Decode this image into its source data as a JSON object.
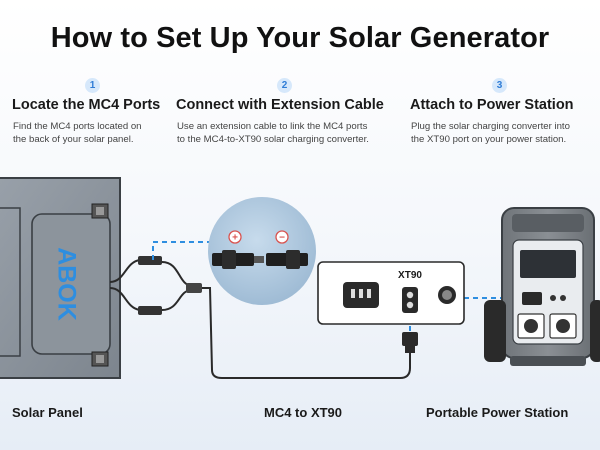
{
  "title": "How to Set Up Your Solar Generator",
  "steps": [
    {
      "number": "1",
      "title": "Locate the MC4 Ports",
      "desc_line1": "Find the MC4 ports located on",
      "desc_line2": "the back of your solar panel."
    },
    {
      "number": "2",
      "title": "Connect with Extension Cable",
      "desc_line1": "Use an extension cable to link the MC4 ports",
      "desc_line2": "to the MC4-to-XT90 solar charging converter."
    },
    {
      "number": "3",
      "title": "Attach to Power Station",
      "desc_line1": "Plug the solar charging converter into",
      "desc_line2": "the XT90 port on your power station."
    }
  ],
  "panel_logo": "ABOK",
  "connector_plus": "+",
  "connector_minus": "−",
  "port_label": "XT90",
  "labels": {
    "solar_panel": "Solar Panel",
    "converter": "MC4 to XT90",
    "power_station": "Portable Power Station"
  },
  "colors": {
    "accent": "#2e8ee0",
    "step_badge_bg": "#d6e8fb",
    "plus": "#d9534f",
    "minus": "#d9534f"
  }
}
